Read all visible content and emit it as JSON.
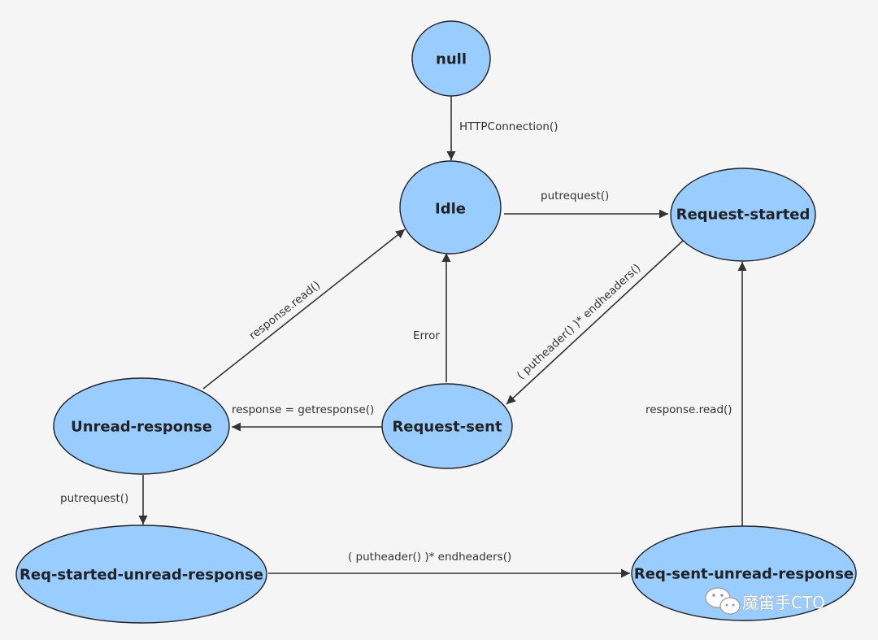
{
  "nodes": {
    "null": "null",
    "idle": "Idle",
    "request_started": "Request-started",
    "request_sent": "Request-sent",
    "unread_response": "Unread-response",
    "req_started_unread_response": "Req-started-unread-response",
    "req_sent_unread_response": "Req-sent-unread-response"
  },
  "edges": {
    "http_connection": "HTTPConnection()",
    "putrequest_idle": "putrequest()",
    "putheader_endheaders_diag": "( putheader() )*  endheaders()",
    "error": "Error",
    "getresponse": "response = getresponse()",
    "response_read_left": "response.read()",
    "putrequest_unread": "putrequest()",
    "putheader_endheaders_bottom": "( putheader() )* endheaders()",
    "response_read_right": "response.read()"
  },
  "watermark": {
    "text": "魔笛手CTO",
    "icon": "wechat-icon"
  },
  "colors": {
    "node_fill": "#99ccff",
    "node_stroke": "#222222",
    "edge": "#333333",
    "background": "#f5f5f5"
  }
}
